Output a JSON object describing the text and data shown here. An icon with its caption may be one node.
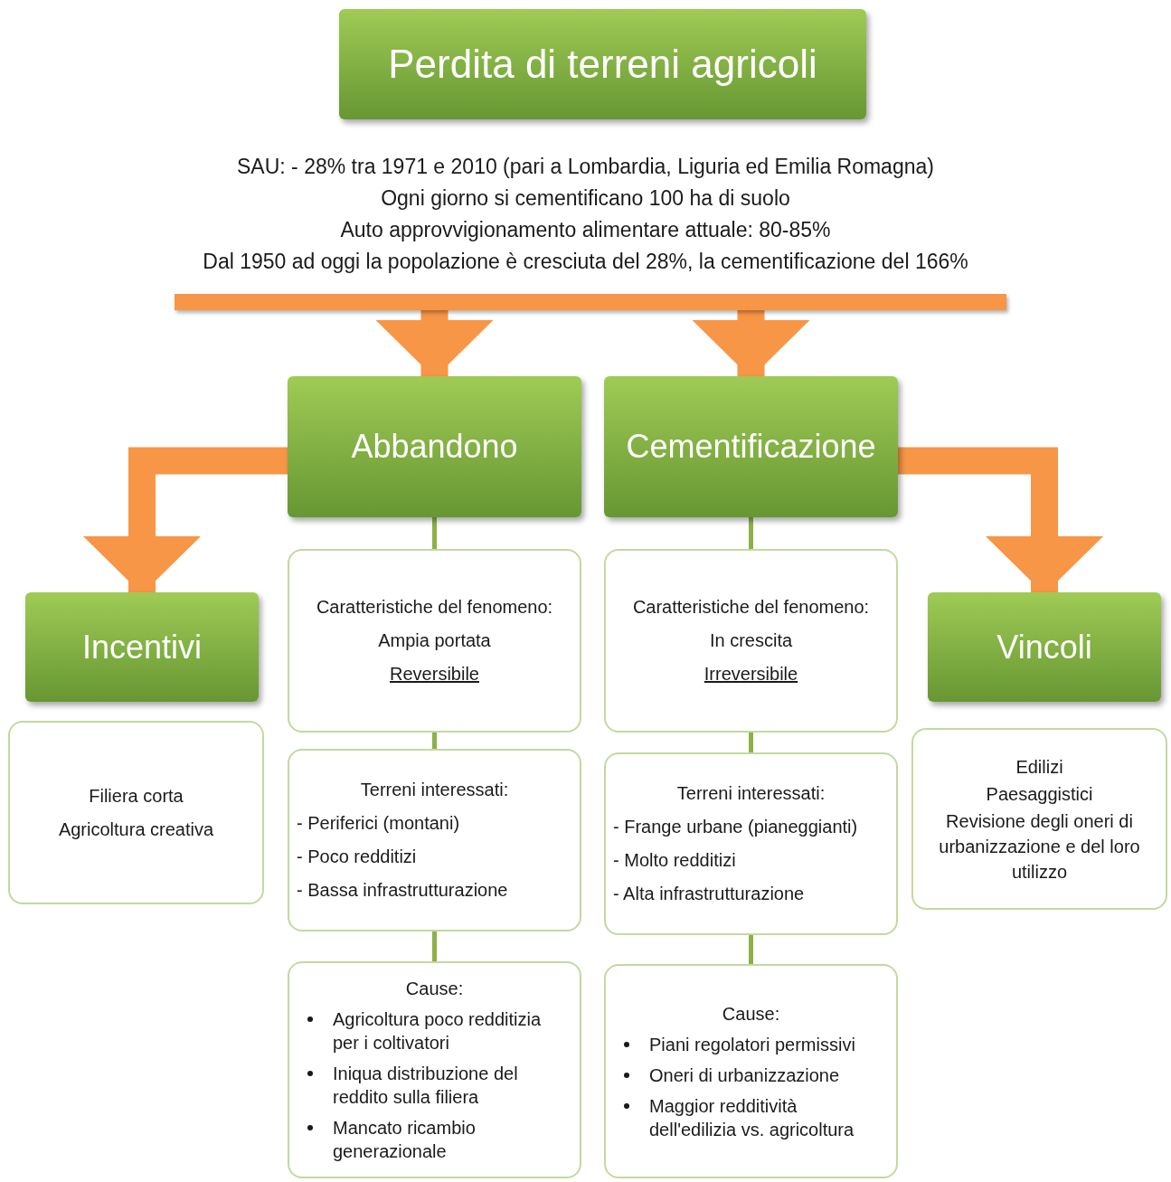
{
  "diagram": {
    "nodes": [
      {
        "text": [
          "Perdita di terreni agricoli"
        ]
      },
      {
        "text": [],
        "shape": "bar"
      },
      {
        "text": [
          "Abbandono"
        ]
      },
      {
        "text": [
          "Cementificazione"
        ]
      },
      {
        "text": [
          "Incentivi"
        ]
      },
      {
        "text": [
          "Vincoli"
        ]
      },
      {
        "text": [
          "Caratteristiche del fenomeno:",
          "Ampia portata",
          "Reversibile"
        ]
      },
      {
        "text": [
          "Terreni interessati:",
          "- Periferici (montani)",
          "- Poco redditizi",
          "- Bassa infrastrutturazione"
        ]
      },
      {
        "text": [
          "Cause:",
          "Agricoltura poco redditizia per i coltivatori",
          "Iniqua distribuzione del reddito sulla filiera",
          "Mancato ricambio generazionale"
        ]
      },
      {
        "text": [
          "Caratteristiche del fenomeno:",
          "In crescita",
          "Irreversibile"
        ]
      },
      {
        "text": [
          "Terreni interessati:",
          "- Frange urbane (pianeggianti)",
          "- Molto redditizi",
          "- Alta infrastrutturazione"
        ]
      },
      {
        "text": [
          "Cause:",
          "Piani regolatori permissivi",
          "Oneri di urbanizzazione",
          "Maggior redditività dell'edilizia vs. agricoltura"
        ]
      },
      {
        "text": [
          "Filiera corta",
          "Agricoltura creativa"
        ]
      },
      {
        "text": [
          "Edilizi",
          "Paesaggistici",
          "Revisione degli oneri di urbanizzazione e del loro utilizzo"
        ]
      }
    ],
    "edges": [
      {
        "from": 1,
        "to": 2,
        "arrow": "to",
        "style": "thick",
        "color": "#f79646"
      },
      {
        "from": 1,
        "to": 3,
        "arrow": "to",
        "style": "thick",
        "color": "#f79646"
      },
      {
        "from": 2,
        "to": 4,
        "arrow": "to",
        "style": "thick",
        "color": "#f79646"
      },
      {
        "from": 3,
        "to": 5,
        "arrow": "to",
        "style": "thick",
        "color": "#f79646"
      },
      {
        "from": 2,
        "to": 6,
        "arrow": "none"
      },
      {
        "from": 6,
        "to": 7,
        "arrow": "none"
      },
      {
        "from": 7,
        "to": 8,
        "arrow": "none"
      },
      {
        "from": 3,
        "to": 9,
        "arrow": "none"
      },
      {
        "from": 9,
        "to": 10,
        "arrow": "none"
      },
      {
        "from": 10,
        "to": 11,
        "arrow": "none"
      }
    ],
    "labels": [
      "SAU: - 28% tra 1971 e 2010 (pari a Lombardia, Liguria ed Emilia Romagna)",
      "Ogni giorno si cementificano 100 ha di suolo",
      "Auto approvvigionamento alimentare attuale: 80-85%",
      "Dal 1950 ad oggi la popolazione è cresciuta del 28%, la cementificazione del 166%"
    ]
  }
}
